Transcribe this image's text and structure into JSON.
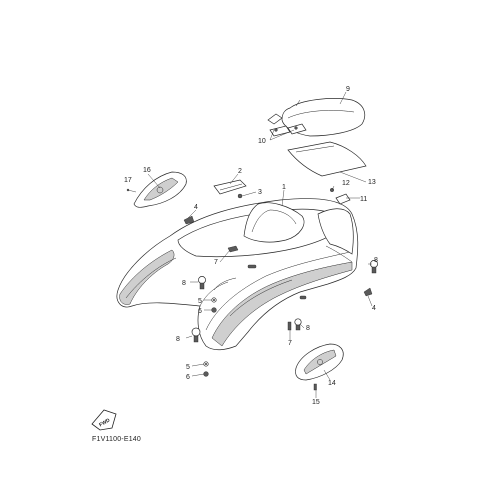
{
  "diagram": {
    "part_code": "F1V1100-E140",
    "fwd_label": "FWD",
    "callouts": [
      "1",
      "2",
      "3",
      "4",
      "4",
      "5",
      "5",
      "6",
      "6",
      "7",
      "7",
      "8",
      "8",
      "8",
      "8",
      "9",
      "10",
      "11",
      "12",
      "13",
      "14",
      "15",
      "16"
    ]
  }
}
